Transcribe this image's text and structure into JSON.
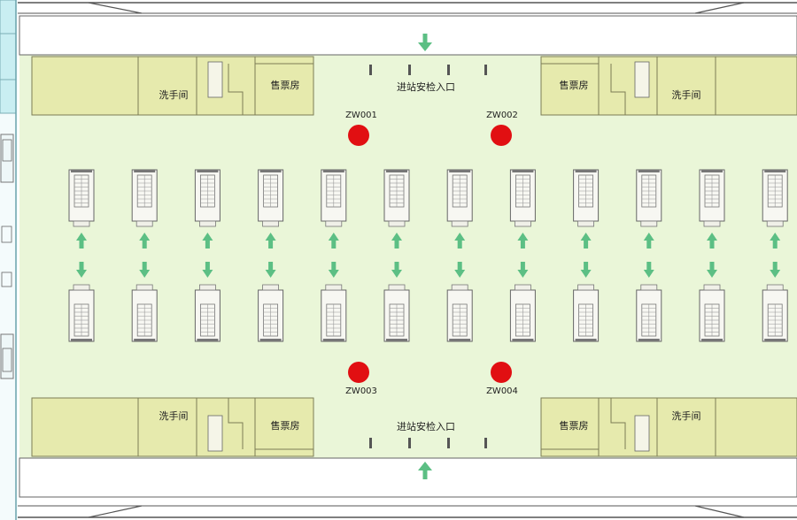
{
  "labels": {
    "washroom": "洗手间",
    "ticket_office": "售票房",
    "entrance": "进站安检入口"
  },
  "cameras": [
    "ZW001",
    "ZW002",
    "ZW003",
    "ZW004"
  ],
  "gate_columns": 12,
  "colors": {
    "concourse": "#eaf6d8",
    "room": "#e6eaad",
    "room_stroke": "#7c7c55",
    "corridor": "#ffffff",
    "side_panel": "#c9eef2",
    "arrow": "#5cbf84",
    "camera": "#e10f12",
    "text": "#1f1f1f"
  }
}
